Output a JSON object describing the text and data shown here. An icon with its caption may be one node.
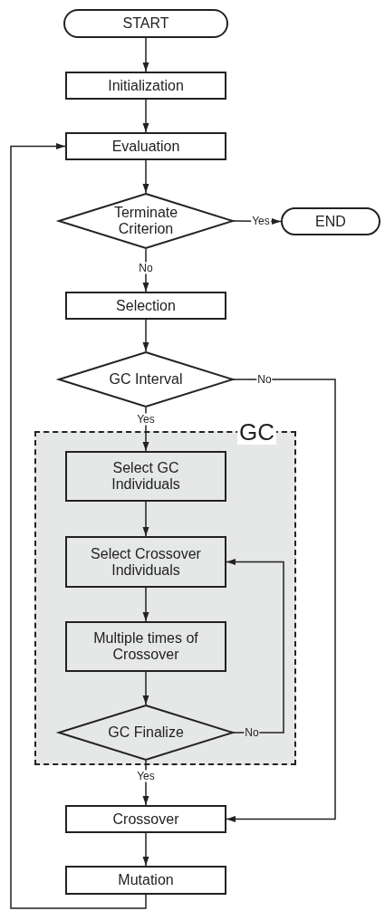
{
  "diagram": {
    "nodes": [
      {
        "text": [
          "START"
        ]
      },
      {
        "text": [
          "Initialization"
        ]
      },
      {
        "text": [
          "Evaluation"
        ]
      },
      {
        "text": [
          "Terminate Criterion"
        ]
      },
      {
        "text": [
          "END"
        ]
      },
      {
        "text": [
          "Selection"
        ]
      },
      {
        "text": [
          "GC Interval"
        ]
      },
      {
        "text": [
          "GC"
        ]
      },
      {
        "text": [
          "Select GC Individuals"
        ],
        "in": 7
      },
      {
        "text": [
          "Select Crossover Individuals"
        ],
        "in": 7
      },
      {
        "text": [
          "Multiple times of Crossover"
        ],
        "in": 7
      },
      {
        "text": [
          "GC Finalize"
        ],
        "in": 7
      },
      {
        "text": [
          "Crossover"
        ]
      },
      {
        "text": [
          "Mutation"
        ]
      }
    ],
    "edges": [
      {
        "from": 0,
        "to": 1,
        "arrow": "to"
      },
      {
        "from": 1,
        "to": 2,
        "arrow": "to"
      },
      {
        "from": 2,
        "to": 3,
        "arrow": "to"
      },
      {
        "from": 3,
        "to": 4,
        "arrow": "to",
        "label": "Yes"
      },
      {
        "from": 3,
        "to": 5,
        "arrow": "to",
        "label": "No"
      },
      {
        "from": 5,
        "to": 6,
        "arrow": "to"
      },
      {
        "from": 6,
        "to": 8,
        "arrow": "to",
        "label": "Yes"
      },
      {
        "from": 8,
        "to": 9,
        "arrow": "to"
      },
      {
        "from": 9,
        "to": 10,
        "arrow": "to"
      },
      {
        "from": 10,
        "to": 11,
        "arrow": "to"
      },
      {
        "from": 11,
        "to": 9,
        "arrow": "to",
        "label": "No"
      },
      {
        "from": 11,
        "to": 12,
        "arrow": "to",
        "label": "Yes"
      },
      {
        "from": 6,
        "to": 12,
        "arrow": "to",
        "label": "No"
      },
      {
        "from": 12,
        "to": 13,
        "arrow": "to"
      },
      {
        "from": 13,
        "to": 2,
        "arrow": "to"
      }
    ]
  }
}
